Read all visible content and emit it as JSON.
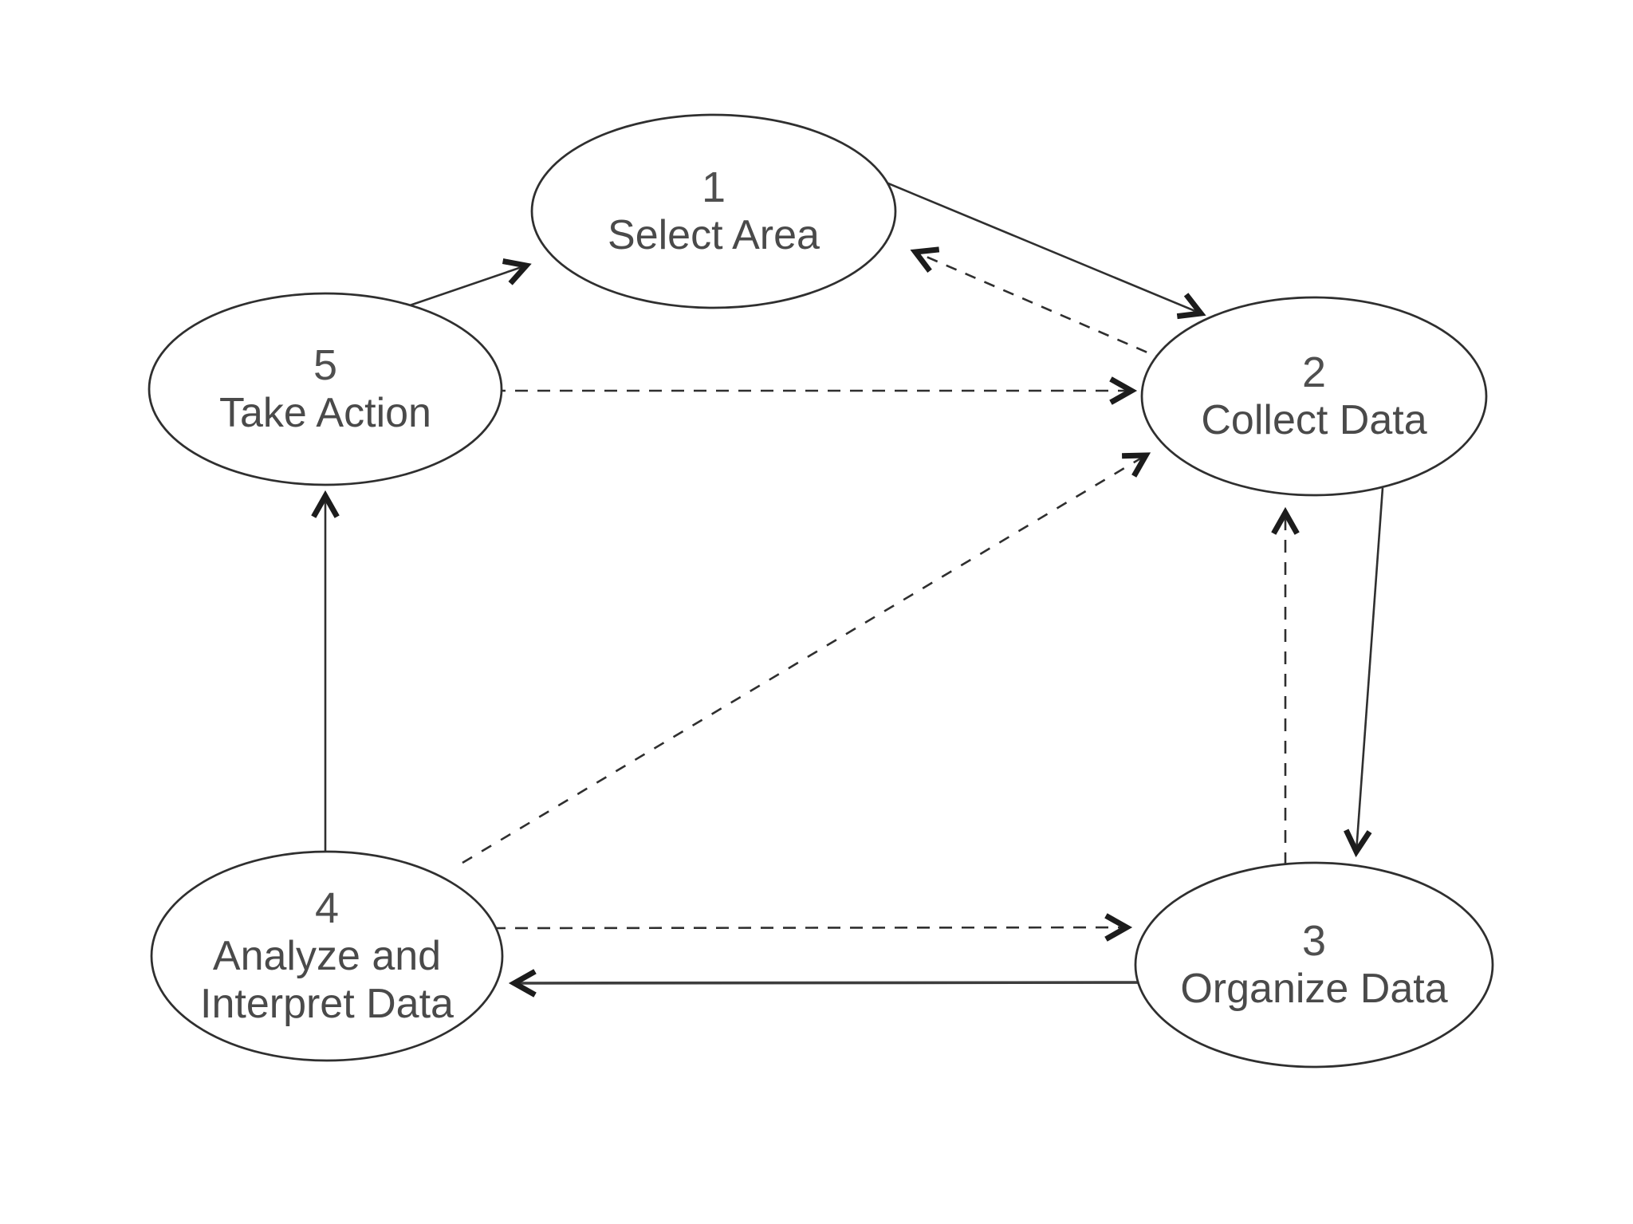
{
  "diagram": {
    "type": "cycle-flow",
    "background_color": "#ffffff",
    "line_color": "#2f2f2f",
    "text_color": "#4a4a4a",
    "nodes": [
      {
        "id": "select-area",
        "number": "1",
        "label": "Select Area"
      },
      {
        "id": "collect-data",
        "number": "2",
        "label": "Collect Data"
      },
      {
        "id": "organize-data",
        "number": "3",
        "label": "Organize Data"
      },
      {
        "id": "analyze-interpret-data",
        "number": "4",
        "label": "Analyze and Interpret Data"
      },
      {
        "id": "take-action",
        "number": "5",
        "label": "Take Action"
      }
    ],
    "edges": [
      {
        "from": "take-action",
        "to": "select-area",
        "style": "solid"
      },
      {
        "from": "select-area",
        "to": "collect-data",
        "style": "solid"
      },
      {
        "from": "collect-data",
        "to": "select-area",
        "style": "dashed"
      },
      {
        "from": "take-action",
        "to": "collect-data",
        "style": "dashed"
      },
      {
        "from": "analyze-interpret-data",
        "to": "collect-data",
        "style": "dashed"
      },
      {
        "from": "organize-data",
        "to": "collect-data",
        "style": "dashed"
      },
      {
        "from": "collect-data",
        "to": "organize-data",
        "style": "solid"
      },
      {
        "from": "analyze-interpret-data",
        "to": "organize-data",
        "style": "dashed"
      },
      {
        "from": "organize-data",
        "to": "analyze-interpret-data",
        "style": "solid"
      },
      {
        "from": "analyze-interpret-data",
        "to": "take-action",
        "style": "solid"
      }
    ]
  }
}
